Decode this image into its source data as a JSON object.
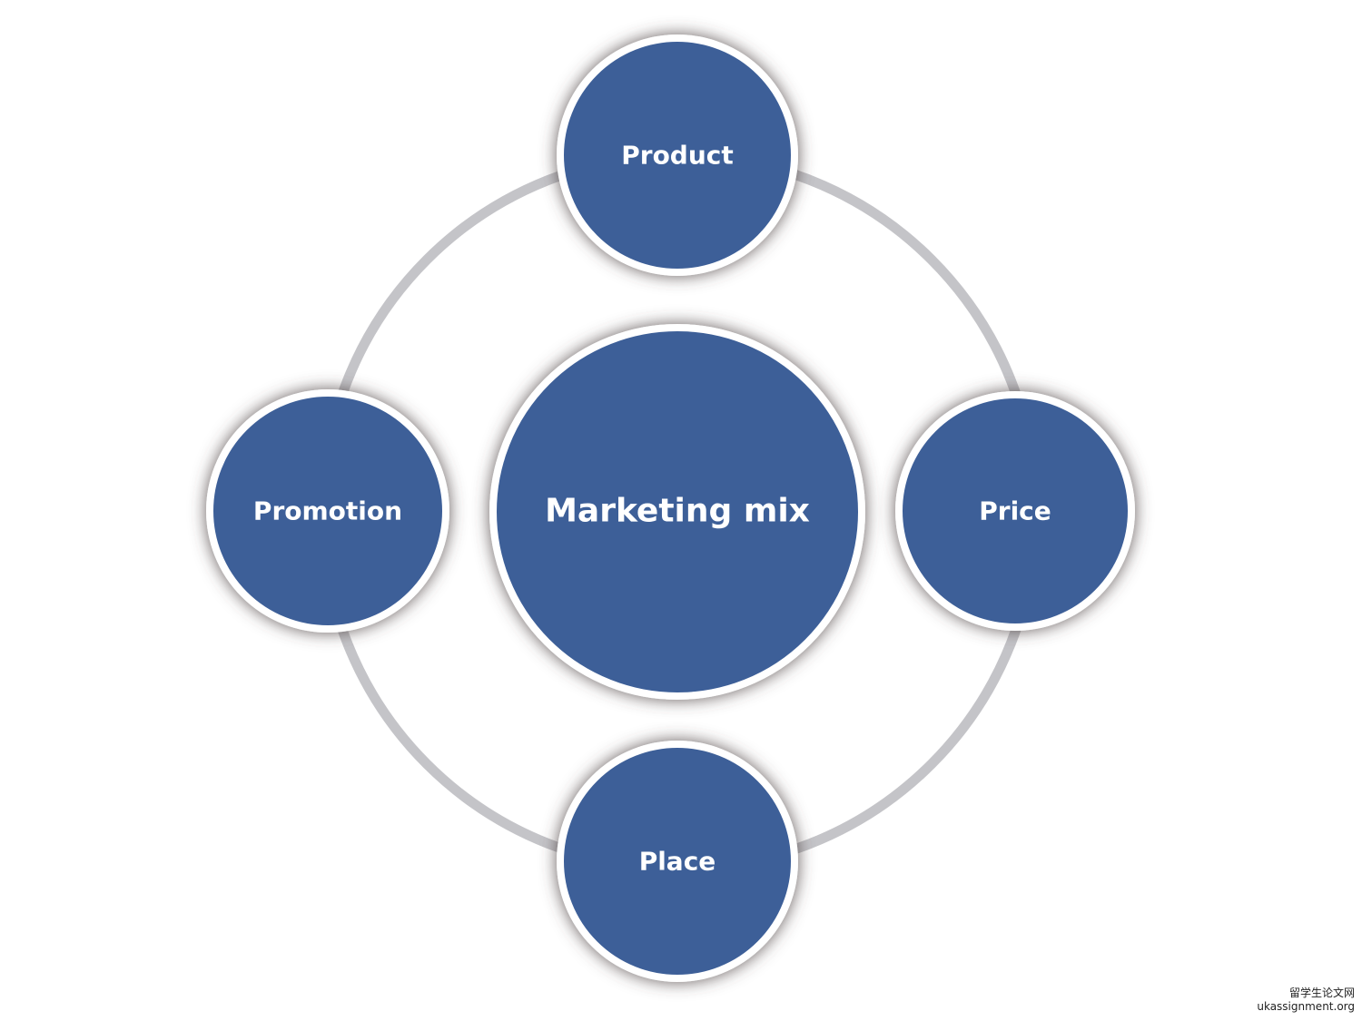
{
  "diagram": {
    "center": {
      "label": "Marketing mix"
    },
    "nodes": [
      {
        "id": "product",
        "label": "Product"
      },
      {
        "id": "price",
        "label": "Price"
      },
      {
        "id": "place",
        "label": "Place"
      },
      {
        "id": "promotion",
        "label": "Promotion"
      }
    ],
    "colors": {
      "circle_fill": "#3d5f98",
      "circle_border": "#ffffff",
      "ring": "#c4c4c8",
      "shadow": "#4a3f3f"
    }
  },
  "watermark": {
    "line1": "留学生论文网",
    "line2": "ukassignment.org"
  }
}
